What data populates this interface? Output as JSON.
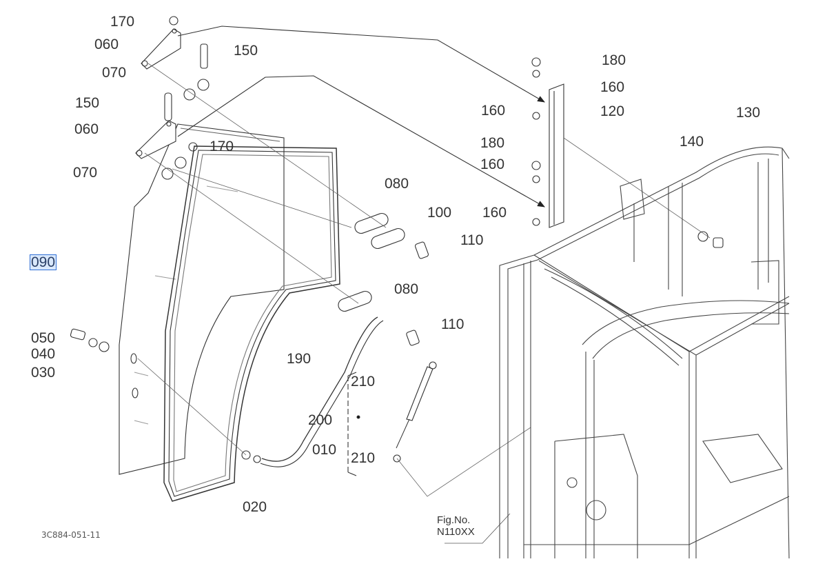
{
  "drawing_id": "3C884-051-11",
  "figure": {
    "line1": "Fig.No.",
    "line2": "N110XX"
  },
  "selected_callout": "090",
  "callouts": [
    {
      "id": "170a",
      "text": "170"
    },
    {
      "id": "060a",
      "text": "060"
    },
    {
      "id": "150a",
      "text": "150"
    },
    {
      "id": "070a",
      "text": "070"
    },
    {
      "id": "150b",
      "text": "150"
    },
    {
      "id": "060b",
      "text": "060"
    },
    {
      "id": "170b",
      "text": "170"
    },
    {
      "id": "070b",
      "text": "070"
    },
    {
      "id": "090",
      "text": "090"
    },
    {
      "id": "050",
      "text": "050"
    },
    {
      "id": "040",
      "text": "040"
    },
    {
      "id": "030",
      "text": "030"
    },
    {
      "id": "080a",
      "text": "080"
    },
    {
      "id": "100",
      "text": "100"
    },
    {
      "id": "110a",
      "text": "110"
    },
    {
      "id": "080b",
      "text": "080"
    },
    {
      "id": "110b",
      "text": "110"
    },
    {
      "id": "190",
      "text": "190"
    },
    {
      "id": "210a",
      "text": "210"
    },
    {
      "id": "200",
      "text": "200"
    },
    {
      "id": "010",
      "text": "010"
    },
    {
      "id": "210b",
      "text": "210"
    },
    {
      "id": "020",
      "text": "020"
    },
    {
      "id": "180a",
      "text": "180"
    },
    {
      "id": "160a",
      "text": "160"
    },
    {
      "id": "160b",
      "text": "160"
    },
    {
      "id": "120",
      "text": "120"
    },
    {
      "id": "180b",
      "text": "180"
    },
    {
      "id": "160c",
      "text": "160"
    },
    {
      "id": "160d",
      "text": "160"
    },
    {
      "id": "140",
      "text": "140"
    },
    {
      "id": "130",
      "text": "130"
    }
  ]
}
